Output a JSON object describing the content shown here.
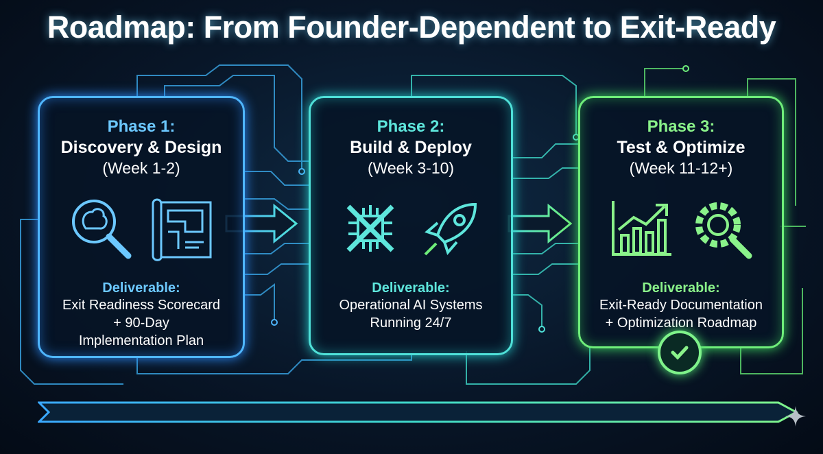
{
  "title": "Roadmap: From Founder-Dependent to Exit-Ready",
  "phases": [
    {
      "phase": "Phase 1:",
      "name": "Discovery & Design",
      "weeks": "(Week 1-2)",
      "deliverable_label": "Deliverable:",
      "deliverable_lines": [
        "Exit Readiness Scorecard",
        "+ 90-Day",
        "Implementation Plan"
      ],
      "icons": [
        "brain-magnifier-icon",
        "blueprint-icon"
      ],
      "color": "#4fb6ff"
    },
    {
      "phase": "Phase 2:",
      "name": "Build & Deploy",
      "weeks": "(Week 3-10)",
      "deliverable_label": "Deliverable:",
      "deliverable_lines": [
        "Operational AI Systems",
        "Running 24/7"
      ],
      "icons": [
        "wrench-chip-icon",
        "rocket-icon"
      ],
      "color": "#4fe0d8"
    },
    {
      "phase": "Phase 3:",
      "name": "Test & Optimize",
      "weeks": "(Week 11-12+)",
      "deliverable_label": "Deliverable:",
      "deliverable_lines": [
        "Exit-Ready Documentation",
        "+ Optimization Roadmap"
      ],
      "icons": [
        "growth-chart-icon",
        "gear-magnifier-icon"
      ],
      "color": "#6fee7a"
    }
  ]
}
